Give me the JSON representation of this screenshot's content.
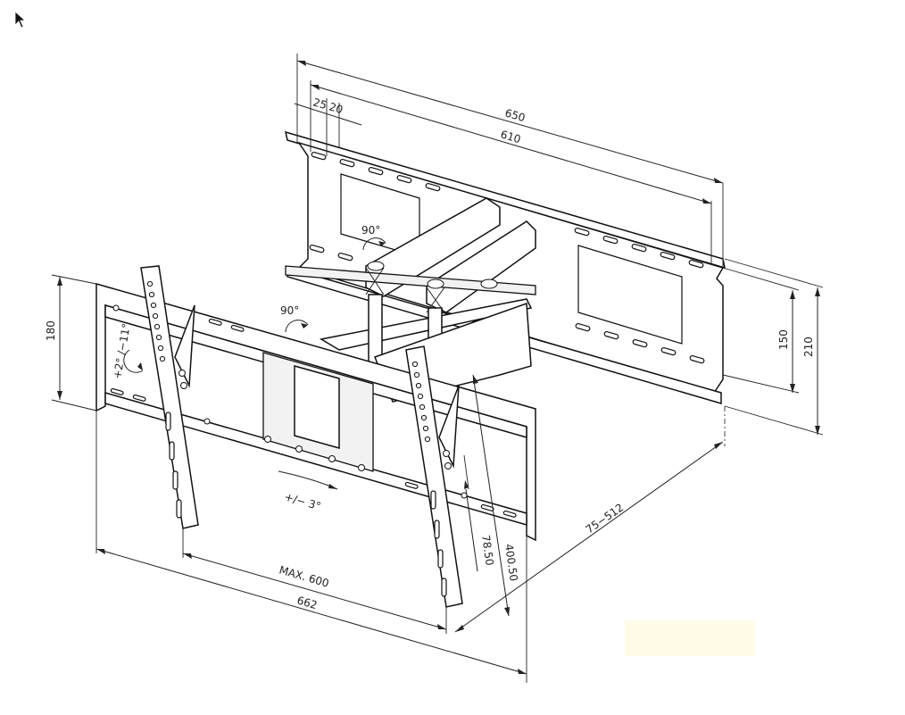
{
  "diagram": {
    "dimensions": {
      "wall_width_outer": "650",
      "wall_width_inner": "610",
      "slot_a": "25",
      "slot_b": "20",
      "wall_height_inner": "150",
      "wall_height_outer": "210",
      "tv_plate_height": "180",
      "tilt": "+2° /−11°",
      "swivel_arm_top": "90°",
      "swivel_arm_bottom": "90°",
      "rotation": "+/− 3°",
      "max_vesa_width": "MAX. 600",
      "tv_plate_width": "662",
      "extension": "75−512",
      "vertical_small": "78.50",
      "vertical_large": "400.50"
    },
    "colors": {
      "line": "#111111",
      "background": "#ffffff"
    },
    "icons": {
      "cursor": "mouse-pointer-icon"
    }
  }
}
